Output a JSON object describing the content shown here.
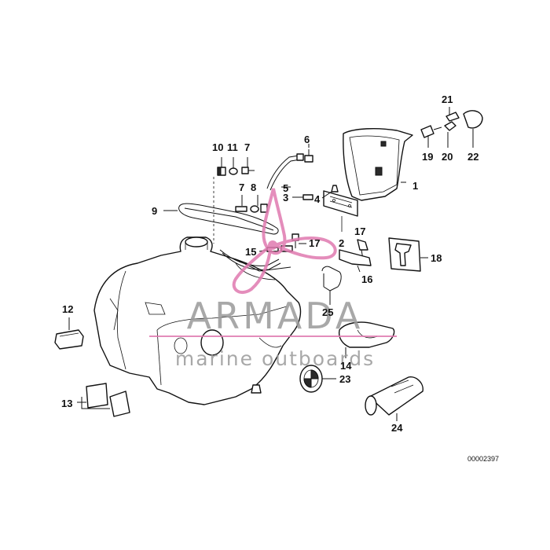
{
  "diagram": {
    "callouts": [
      {
        "id": "c1",
        "text": "1"
      },
      {
        "id": "c2",
        "text": "2"
      },
      {
        "id": "c3",
        "text": "3"
      },
      {
        "id": "c4",
        "text": "4"
      },
      {
        "id": "c5",
        "text": "5"
      },
      {
        "id": "c6",
        "text": "6"
      },
      {
        "id": "c7a",
        "text": "7"
      },
      {
        "id": "c7b",
        "text": "7"
      },
      {
        "id": "c8",
        "text": "8"
      },
      {
        "id": "c9",
        "text": "9"
      },
      {
        "id": "c10",
        "text": "10"
      },
      {
        "id": "c11",
        "text": "11"
      },
      {
        "id": "c12",
        "text": "12"
      },
      {
        "id": "c13",
        "text": "13"
      },
      {
        "id": "c14",
        "text": "14"
      },
      {
        "id": "c15",
        "text": "15"
      },
      {
        "id": "c16",
        "text": "16"
      },
      {
        "id": "c17a",
        "text": "17"
      },
      {
        "id": "c17b",
        "text": "17"
      },
      {
        "id": "c18",
        "text": "18"
      },
      {
        "id": "c19",
        "text": "19"
      },
      {
        "id": "c20",
        "text": "20"
      },
      {
        "id": "c21",
        "text": "21"
      },
      {
        "id": "c22",
        "text": "22"
      },
      {
        "id": "c23",
        "text": "23"
      },
      {
        "id": "c24",
        "text": "24"
      },
      {
        "id": "c25",
        "text": "25"
      }
    ],
    "document_number": "00002397"
  },
  "watermark": {
    "brand": "ARMADA",
    "tagline": "marine outboards",
    "color": "#e07ab0",
    "text_color": "#9a9a9a"
  }
}
